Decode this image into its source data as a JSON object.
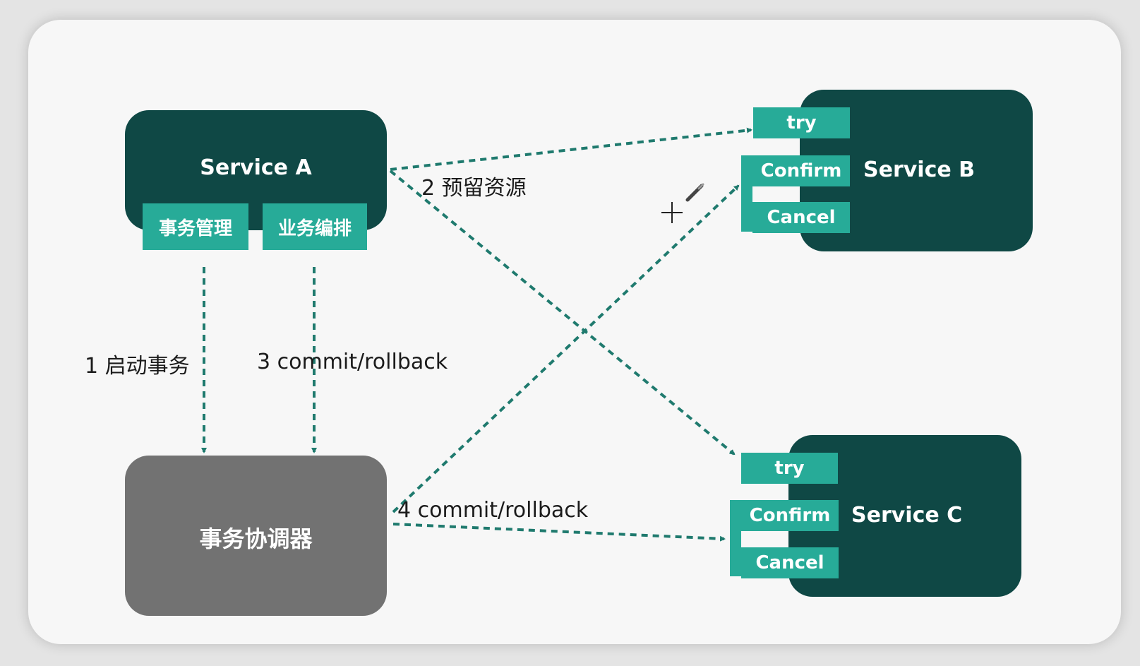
{
  "service_a": {
    "title": "Service A",
    "tag_1": "事务管理",
    "tag_2": "业务编排"
  },
  "coordinator": {
    "title": "事务协调器"
  },
  "service_b": {
    "title": "Service B",
    "try": "try",
    "confirm": "Confirm",
    "cancel": "Cancel"
  },
  "service_c": {
    "title": "Service C",
    "try": "try",
    "confirm": "Confirm",
    "cancel": "Cancel"
  },
  "edges": {
    "step1": "1 启动事务",
    "step2": "2 预留资源",
    "step3": "3 commit/rollback",
    "step4": "4 commit/rollback"
  },
  "colors": {
    "dark_box": "#0f4845",
    "teal": "#27ab98",
    "coordinator": "#727272",
    "arrow": "#1f7a6e"
  }
}
